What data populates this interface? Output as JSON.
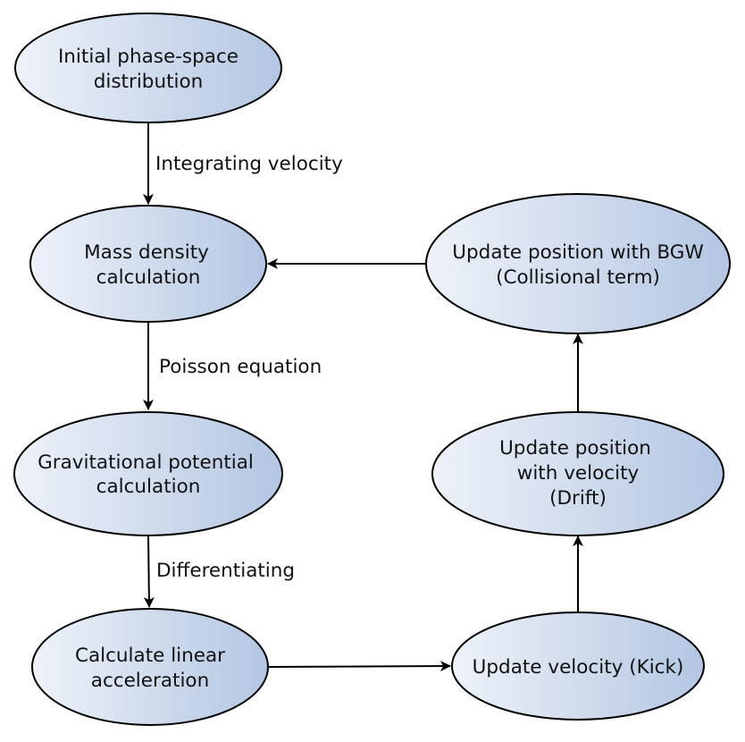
{
  "colors": {
    "node_fill_light": "#eef2f9",
    "node_fill_dark": "#b3c6e2",
    "stroke": "#000000",
    "text": "#111111"
  },
  "nodes": {
    "initial": {
      "lines": [
        "Initial phase-space",
        "distribution"
      ]
    },
    "mass": {
      "lines": [
        "Mass density",
        "calculation"
      ]
    },
    "grav": {
      "lines": [
        "Gravitational potential",
        "calculation"
      ]
    },
    "accel": {
      "lines": [
        "Calculate linear",
        "acceleration"
      ]
    },
    "kick": {
      "lines": [
        "Update velocity (Kick)"
      ]
    },
    "drift": {
      "lines": [
        "Update position",
        "with velocity",
        "(Drift)"
      ]
    },
    "bgw": {
      "lines": [
        "Update position with BGW",
        "(Collisional term)"
      ]
    }
  },
  "edges": {
    "initial_to_mass": {
      "label": "Integrating velocity"
    },
    "mass_to_grav": {
      "label": "Poisson equation"
    },
    "grav_to_accel": {
      "label": "Differentiating"
    },
    "accel_to_kick": {
      "label": ""
    },
    "kick_to_drift": {
      "label": ""
    },
    "drift_to_bgw": {
      "label": ""
    },
    "bgw_to_mass": {
      "label": ""
    }
  }
}
